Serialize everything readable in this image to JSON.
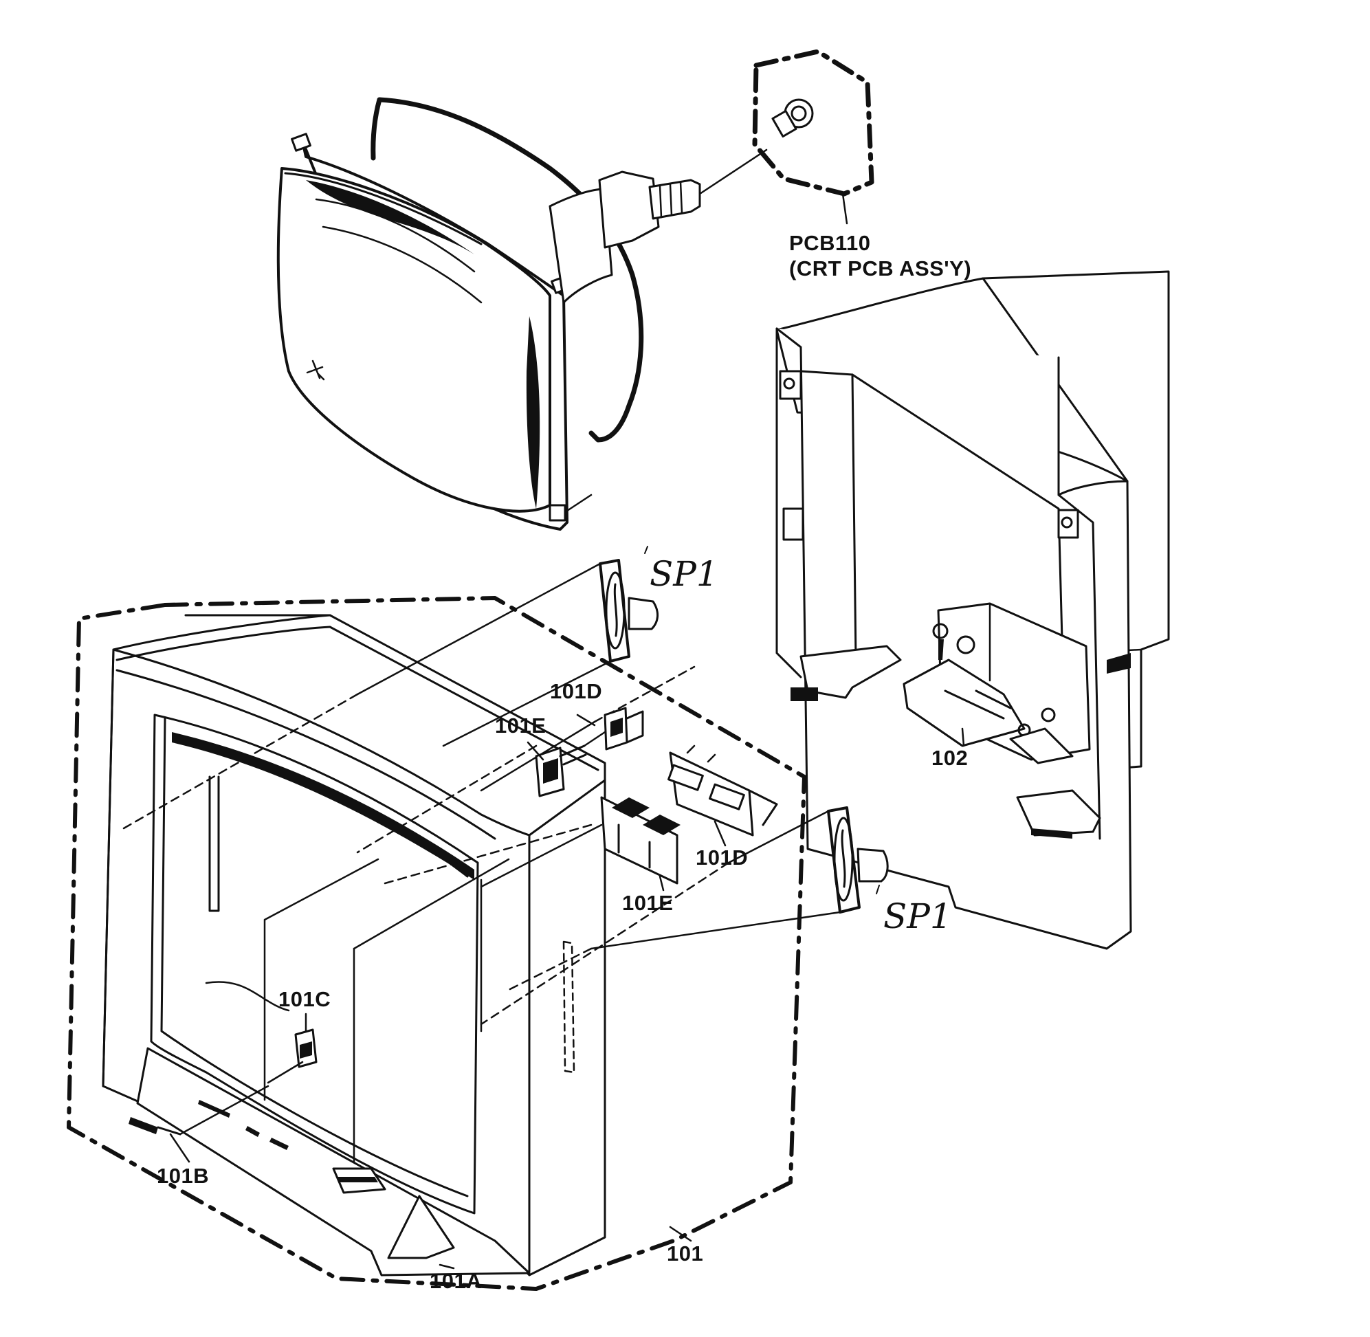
{
  "labels": {
    "pcb110": "PCB110",
    "pcb110_desc": "(CRT PCB ASS'Y)",
    "sp1_top": "SP1",
    "sp1_bottom": "SP1",
    "p101": "101",
    "p101a": "101A",
    "p101b": "101B",
    "p101c": "101C",
    "p101d_top": "101D",
    "p101d_bottom": "101D",
    "p101e_top": "101E",
    "p101e_bottom": "101E",
    "p102": "102"
  },
  "colors": {
    "ink": "#111111",
    "paper": "#ffffff"
  }
}
